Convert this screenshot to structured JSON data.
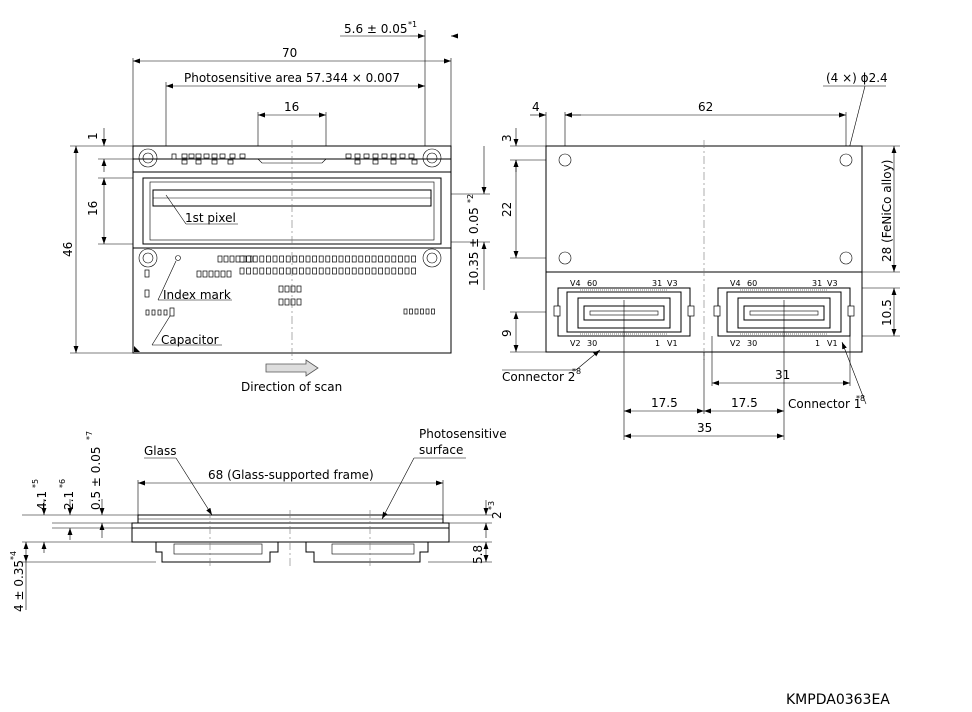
{
  "drawing_code": "KMPDA0363EA",
  "top_view": {
    "dims": {
      "offset_561": "5.6 ± 0.05",
      "offset_561_note": "*1",
      "width": "70",
      "active_area": "Photosensitive area 57.344 × 0.007",
      "center_16": "16",
      "left_1": "1",
      "left_16": "16",
      "height_46": "46",
      "right_1035": "10.35 ± 0.05",
      "right_1035_note": "*2"
    },
    "labels": {
      "first_pixel": "1st pixel",
      "index_mark": "Index mark",
      "capacitor": "Capacitor",
      "scan": "Direction of scan"
    }
  },
  "back_view": {
    "dims": {
      "left_4": "4",
      "width_62": "62",
      "holes": "(4 ×) ϕ2.4",
      "top_3": "3",
      "left_22": "22",
      "right_28": "28 (FeNiCo alloy)",
      "right_105": "10.5",
      "left_9": "9",
      "conn_31": "31",
      "pitch_175a": "17.5",
      "pitch_175b": "17.5",
      "total_35": "35"
    },
    "connector_pins": {
      "v4": "V4",
      "p60": "60",
      "p31": "31",
      "v3": "V3",
      "v2": "V2",
      "p30": "30",
      "p1": "1",
      "v1": "V1"
    },
    "labels": {
      "connector2": "Connector 2",
      "connector2_note": "*8",
      "connector1": "Connector 1",
      "connector1_note": "*8"
    }
  },
  "side_view": {
    "dims": {
      "d41": "4.1",
      "d41_note": "*5",
      "d21": "2.1",
      "d21_note": "*6",
      "d05": "0.5 ± 0.05",
      "d05_note": "*7",
      "frame": "68 (Glass-supported frame)",
      "d2": "2",
      "d2_note": "*3",
      "d58": "5.8",
      "d4": "4 ± 0.35",
      "d4_note": "*4"
    },
    "labels": {
      "glass": "Glass",
      "surface_l1": "Photosensitive",
      "surface_l2": "surface"
    }
  }
}
